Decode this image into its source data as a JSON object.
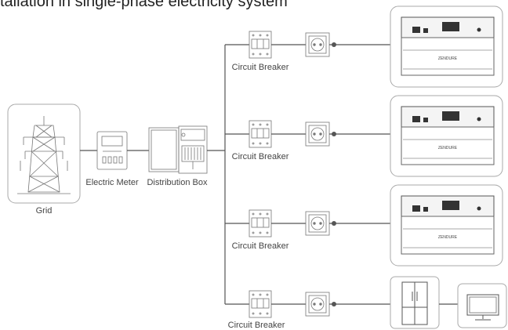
{
  "title": "tallation in single-phase electricity system",
  "labels": {
    "grid": "Grid",
    "meter": "Electric Meter",
    "distribution": "Distribution Box",
    "breaker": "Circuit Breaker"
  },
  "battery_brand": "ZENDURE"
}
